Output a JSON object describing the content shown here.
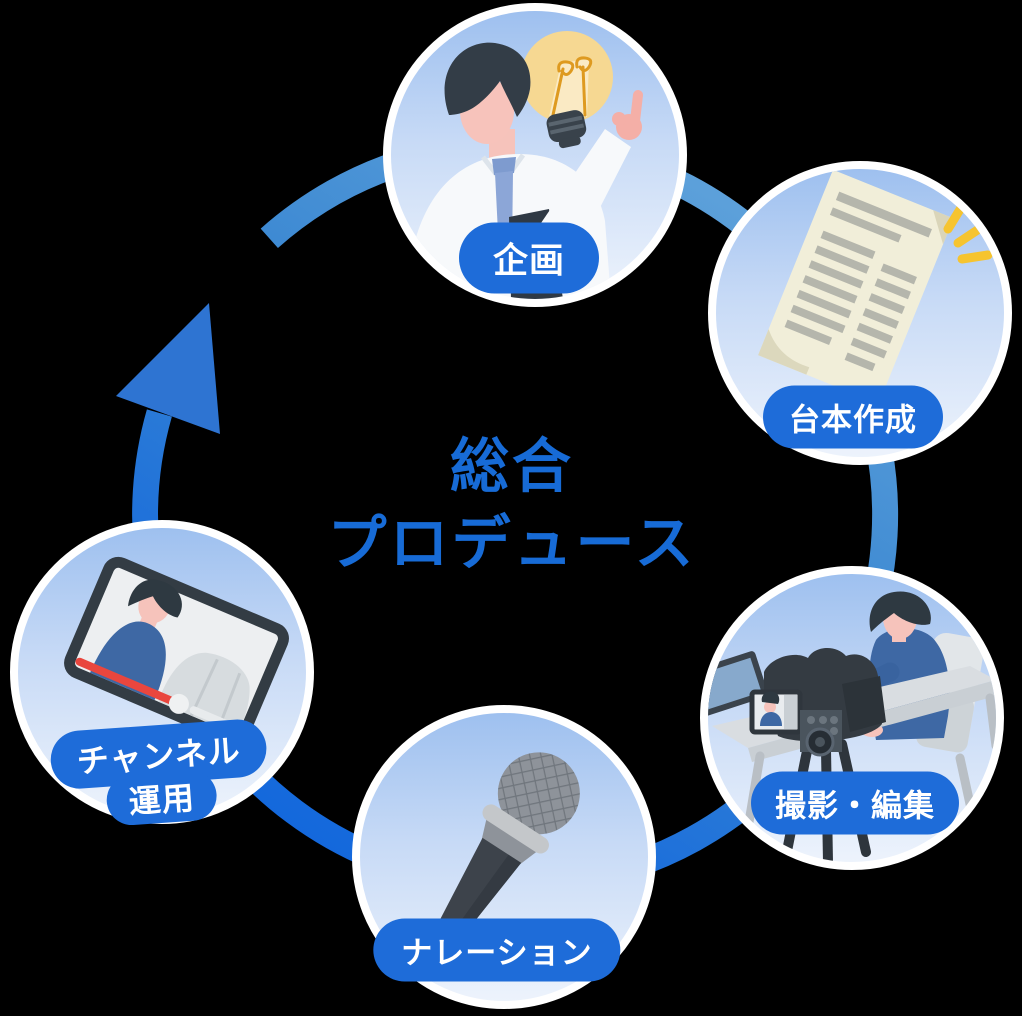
{
  "title": {
    "line1": "総合",
    "line2": "プロデュース"
  },
  "steps": [
    {
      "key": "planning",
      "label": "企画",
      "icon": "idea-person-icon"
    },
    {
      "key": "script-writing",
      "label": "台本作成",
      "icon": "script-document-icon"
    },
    {
      "key": "filming-editing",
      "label": "撮影・編集",
      "icon": "camera-interview-icon"
    },
    {
      "key": "narration",
      "label": "ナレーション",
      "icon": "microphone-icon"
    },
    {
      "key": "channel-management",
      "label_line1": "チャンネル",
      "label_line2": "運用",
      "icon": "video-player-icon"
    }
  ],
  "cycle": {
    "direction": "counter-clockwise",
    "arrow_between": [
      "channel-management",
      "planning"
    ]
  },
  "colors": {
    "background": "#000000",
    "pill_blue": "#1E6CD9",
    "title_blue": "#176BD6",
    "ring_light": "#6FAEDE",
    "ring_dark": "#0D63DE",
    "arrow_blue": "#2E74D2",
    "circle_top": "#9EC0EF",
    "circle_bottom": "#EDF3FC"
  }
}
